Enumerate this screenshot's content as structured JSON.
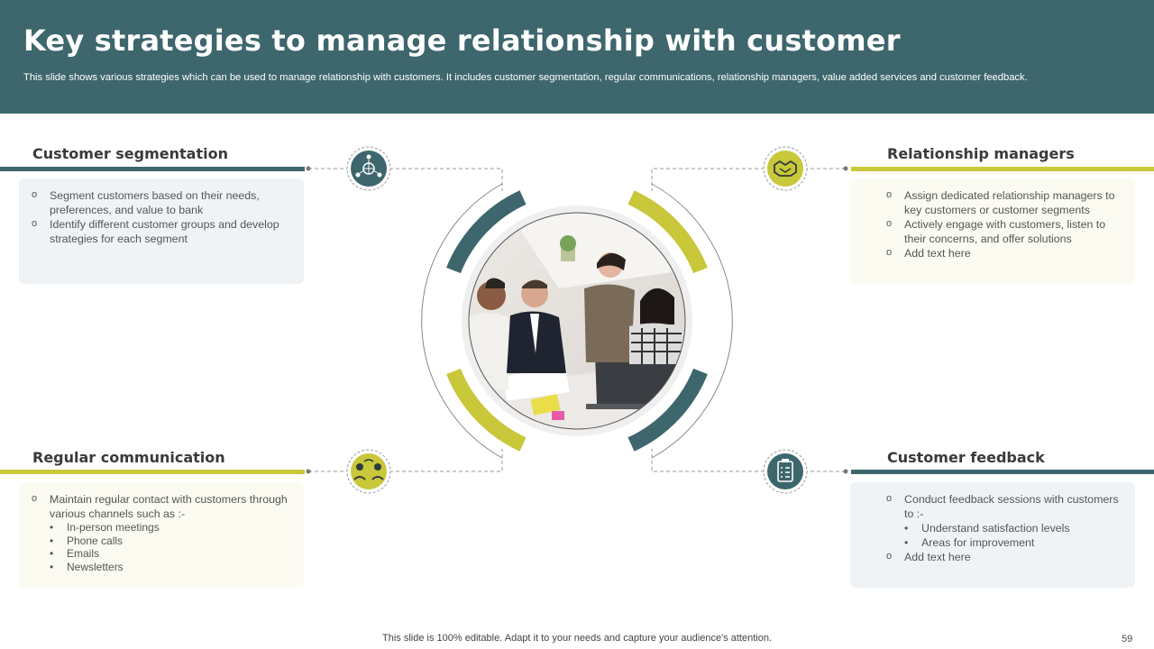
{
  "header": {
    "title": "Key strategies to manage relationship with customer",
    "subtitle": "This slide shows various strategies which can be used to manage relationship with customers. It includes customer segmentation, regular communications, relationship managers, value added services and customer feedback."
  },
  "colors": {
    "teal": "#3d666d",
    "lime": "#c9c73a"
  },
  "sections": {
    "segmentation": {
      "title": "Customer segmentation",
      "icon": "network-globe-icon",
      "bullets": [
        "Segment customers based on their needs, preferences, and value to bank",
        "Identify different customer groups and develop strategies for each segment"
      ]
    },
    "managers": {
      "title": "Relationship managers",
      "icon": "handshake-icon",
      "bullets": [
        "Assign dedicated relationship managers to key customers or customer segments",
        "Actively engage with customers, listen to their concerns, and offer solutions",
        "Add text here"
      ]
    },
    "communication": {
      "title": "Regular communication",
      "icon": "conversation-icon",
      "bullets": [
        "Maintain regular contact with customers through various channels such as :-"
      ],
      "sub_bullets": [
        "In-person meetings",
        "Phone calls",
        "Emails",
        "Newsletters"
      ]
    },
    "feedback": {
      "title": "Customer feedback",
      "icon": "clipboard-checklist-icon",
      "bullets": [
        "Conduct feedback sessions with customers to :-",
        "Add text here"
      ],
      "sub_bullets": [
        "Understand satisfaction levels",
        "Areas for improvement"
      ]
    }
  },
  "center_image": "business-team-meeting-photo",
  "footer": {
    "text": "This slide is 100% editable. Adapt it to your needs and capture your audience's attention.",
    "page_number": "59"
  }
}
